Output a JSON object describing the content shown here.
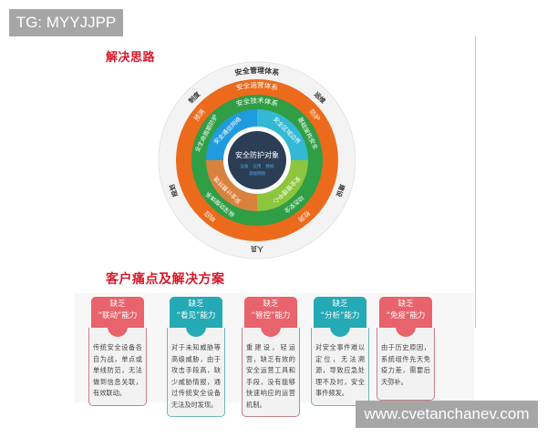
{
  "badge": {
    "text": "TG: MYYJJPP"
  },
  "watermark": {
    "text": "www.cvetanchanev.com"
  },
  "section1": {
    "title": "解决思路"
  },
  "section2": {
    "title": "客户痛点及解决方案"
  },
  "diagram": {
    "colors": {
      "outer_ring": "#f3f3f3",
      "orange_ring": "#ec6a1c",
      "green_ring": "#2f9e45",
      "blue_segment": "#1f9be0",
      "cyan_segment": "#33b9d4",
      "brown_segment": "#d9823e",
      "lime_segment": "#8cc63f",
      "center": "#2c3e55",
      "white_gap": "#ffffff"
    },
    "outer_ring": {
      "top": "安全管理体系",
      "top_left": "制度",
      "top_right": "运维",
      "left": "规划",
      "right": "建设",
      "bottom": "人员"
    },
    "orange_ring": {
      "top": "安全运营体系",
      "top_left": "预测",
      "top_right": "防护",
      "bottom_left": "响应",
      "bottom_right": "检测"
    },
    "green_ring": {
      "top": "安全技术体系",
      "left": "全生命周期防护",
      "right": "基础架构安全",
      "bottom_left": "纵深防御体系",
      "bottom_right": "动态安全"
    },
    "inner_segments": {
      "top_left": "安全通信网络",
      "top_right": "安全区域边界",
      "bottom_left": "安全计算环境",
      "bottom_right": "安全管理中心"
    },
    "center": {
      "title": "安全防护对象",
      "sub_line1": [
        "设备",
        "应用",
        "数据"
      ],
      "sub_line2": "基础网络"
    }
  },
  "cards": [
    {
      "theme": "red",
      "line1": "缺乏",
      "line2": "“联动”能力",
      "body": "传统安全设备各自为战，单点或单线防范，无法做到信息关联，有效联动。"
    },
    {
      "theme": "teal",
      "line1": "缺乏",
      "line2": "“看见”能力",
      "body": "对于未知威胁等高级威胁，由于攻击手段高，缺少威胁情报，通过传统安全设备无法及时发现。"
    },
    {
      "theme": "red",
      "line1": "缺乏",
      "line2": "“管控”能力",
      "body": "重建设，轻运营，缺乏有效的安全运营工具和手段，没有能够快速响应的运营机制。"
    },
    {
      "theme": "teal",
      "line1": "缺乏",
      "line2": "“分析”能力",
      "body": "对安全事件难以定位，无法溯源，导致应急处理不及时，安全事件频发。"
    },
    {
      "theme": "red",
      "line1": "缺乏",
      "line2": "“免疫”能力",
      "body": "由于历史原因，系统组件先天免疫力差，需要后天弥补。"
    }
  ]
}
